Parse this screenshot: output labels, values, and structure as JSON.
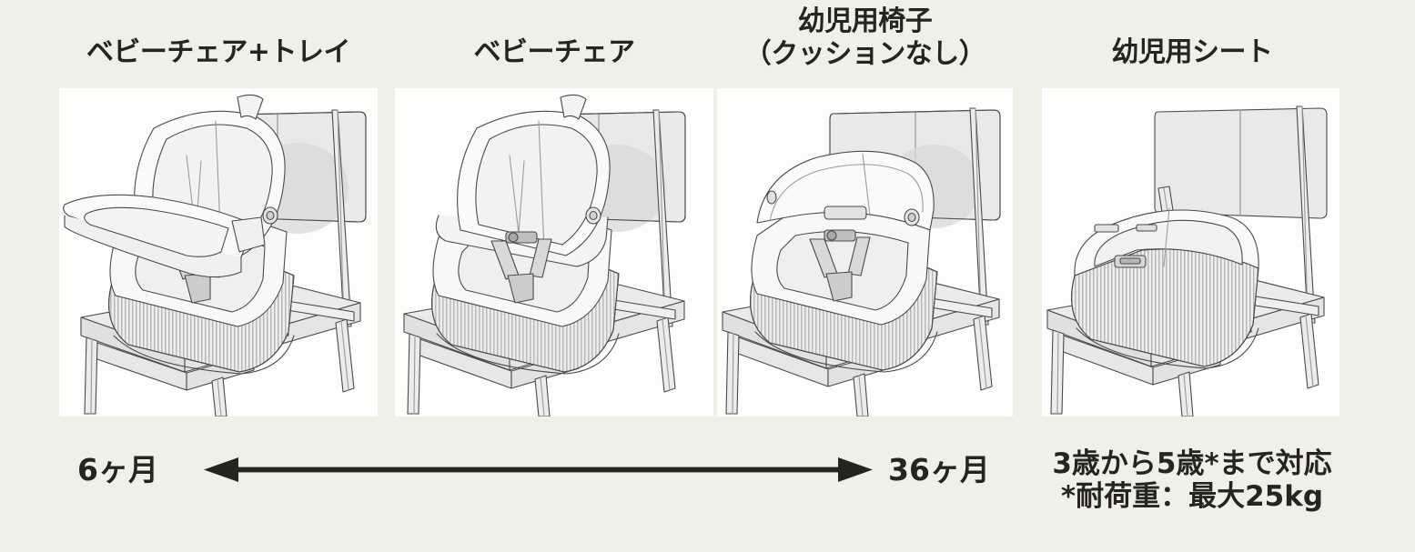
{
  "page": {
    "background_color": "#F1F0E8",
    "panel_color": "#FDFDFC",
    "text_color": "#262421"
  },
  "products": [
    {
      "title": "ベビーチェア+トレイ",
      "title_line2": "",
      "illustration": "booster-seat-with-tray-on-chair"
    },
    {
      "title": "ベビーチェア",
      "title_line2": "",
      "illustration": "booster-seat-on-chair"
    },
    {
      "title": "幼児用椅子",
      "title_line2": "（クッションなし）",
      "illustration": "toddler-seat-no-cushion-on-chair"
    },
    {
      "title": "幼児用シート",
      "title_line2": "",
      "illustration": "toddler-booster-cushion-on-chair"
    }
  ],
  "age_range": {
    "start_label": "6ヶ月",
    "end_label": "36ヶ月",
    "arrow": "double-headed-arrow"
  },
  "note": {
    "line1": "3歳から5歳*まで対応",
    "line2": "*耐荷重：最大25kg"
  }
}
